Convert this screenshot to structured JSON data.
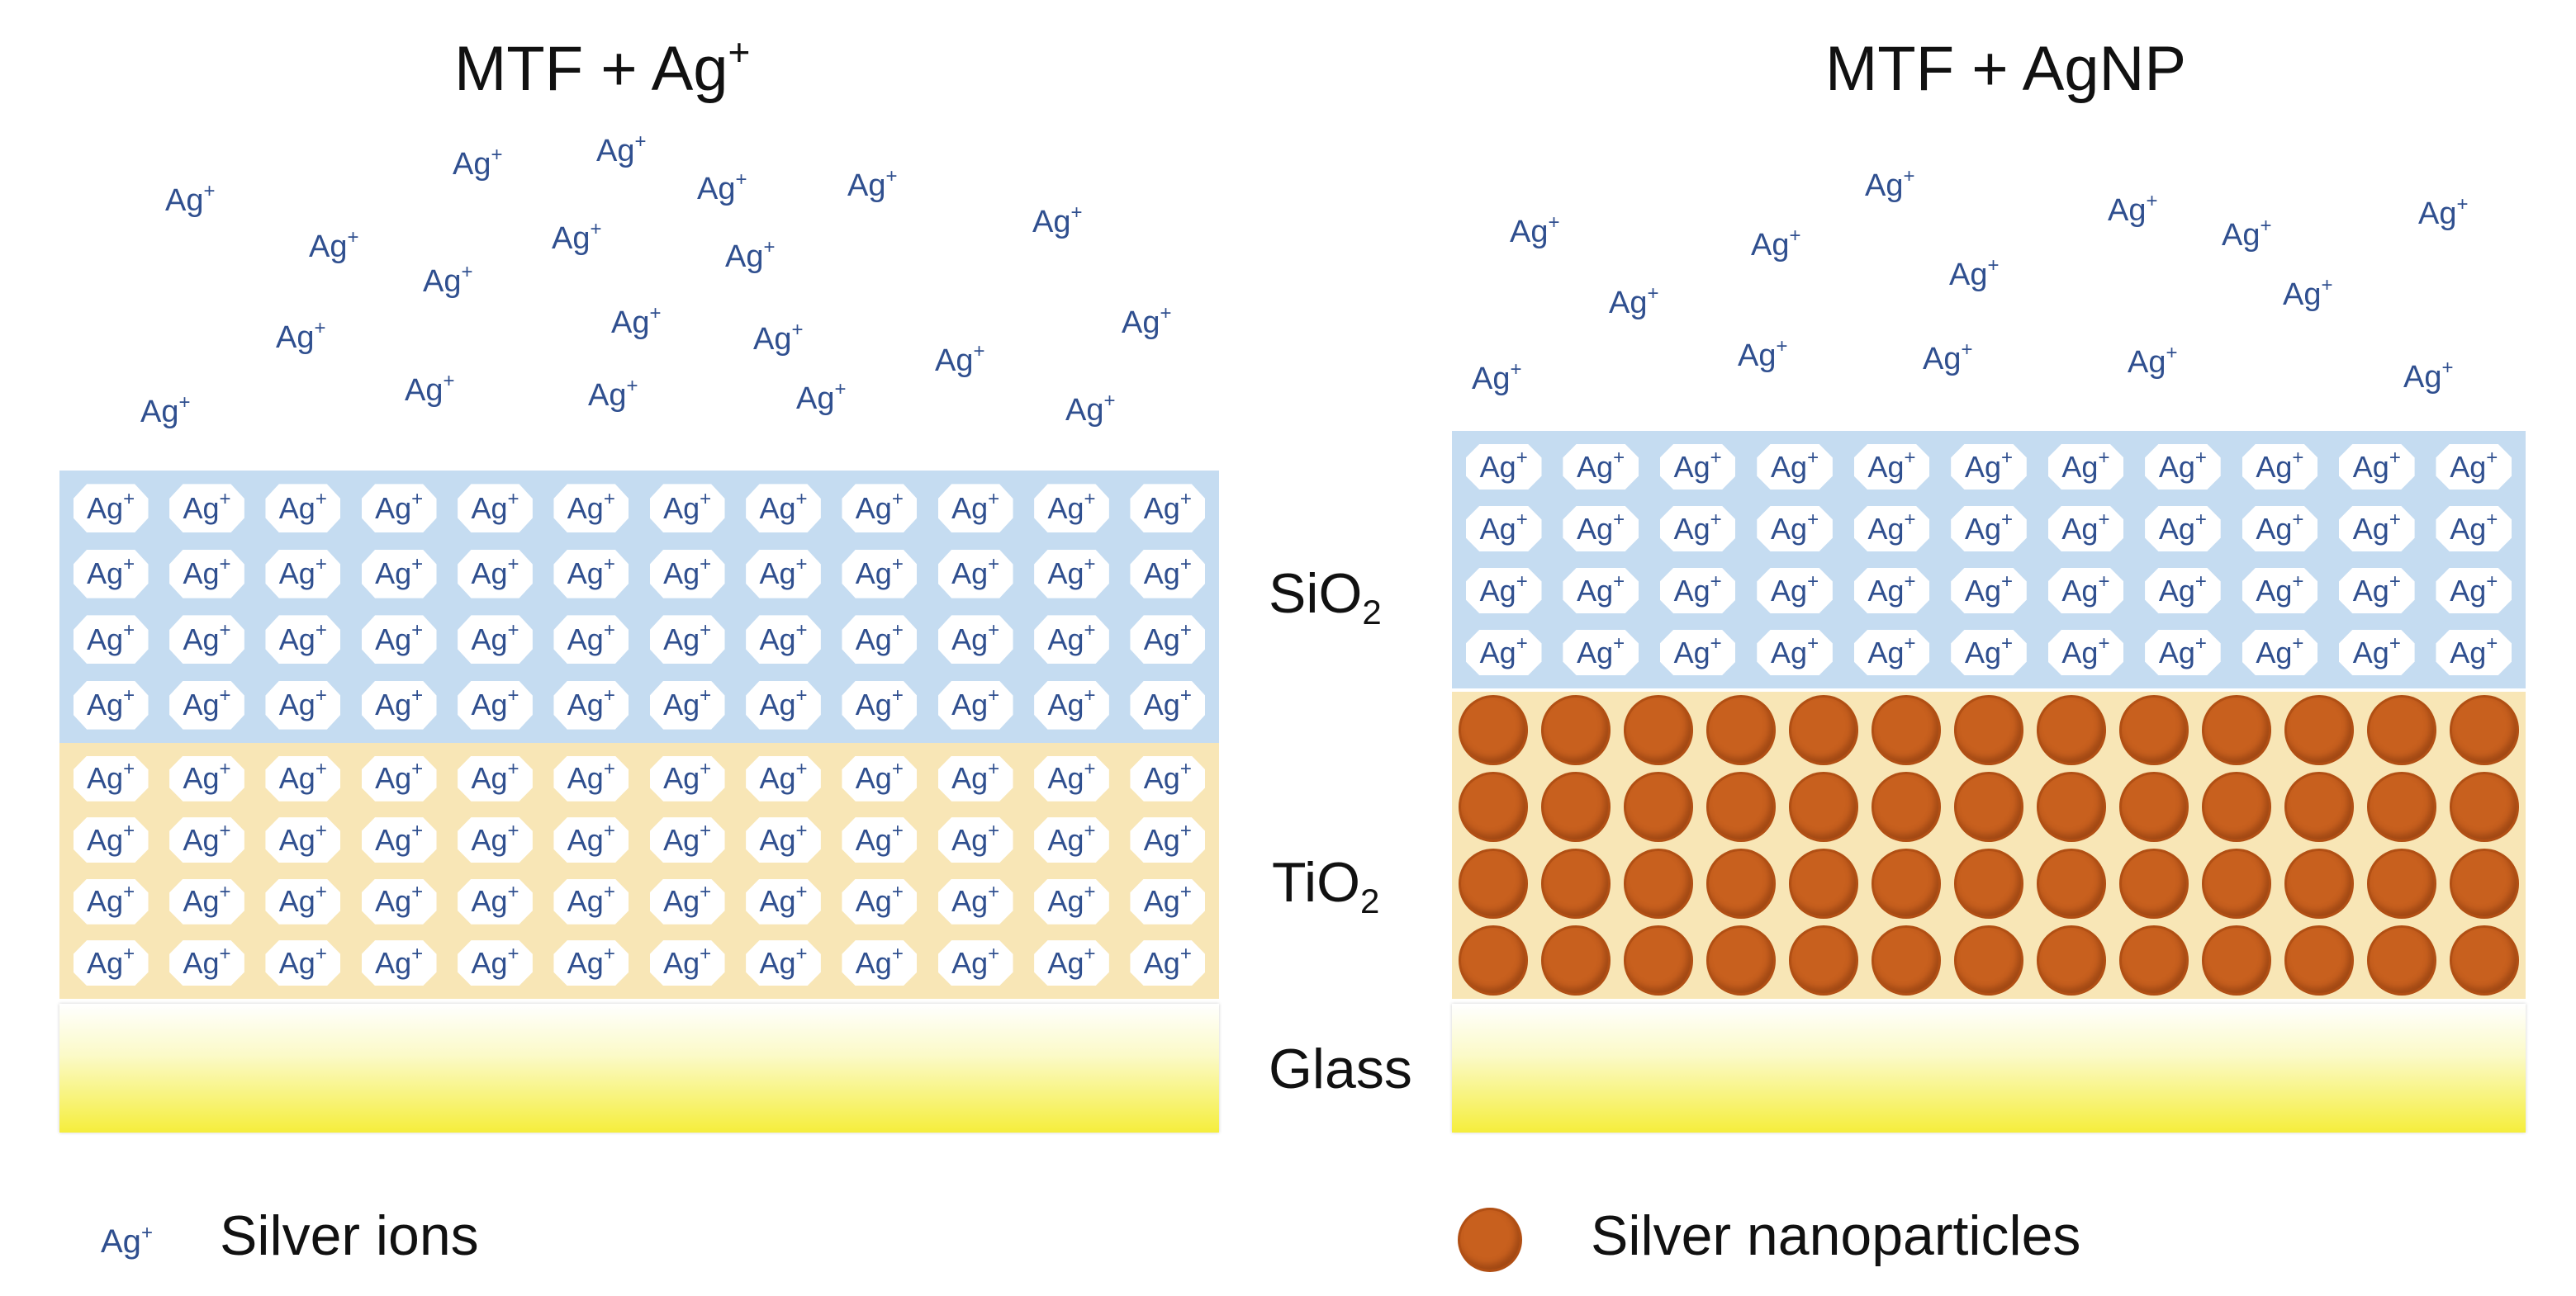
{
  "titles": {
    "left": {
      "base": "MTF + Ag",
      "sup": "+"
    },
    "right": {
      "text": "MTF + AgNP"
    }
  },
  "ion": {
    "base": "Ag",
    "sup": "+"
  },
  "layer_labels": {
    "silica": {
      "base": "SiO",
      "sub": "2"
    },
    "titania": {
      "base": "TiO",
      "sub": "2"
    },
    "glass": "Glass"
  },
  "legend": {
    "ions": "Silver ions",
    "nanoparticles": "Silver nanoparticles"
  },
  "colors": {
    "ion_text": "#2f4f8f",
    "silica_layer": "#c5dcf1",
    "titania_layer": "#f8e6b6",
    "nanoparticle": "#c8601e",
    "glass_yellow": "#f5ee3c"
  }
}
